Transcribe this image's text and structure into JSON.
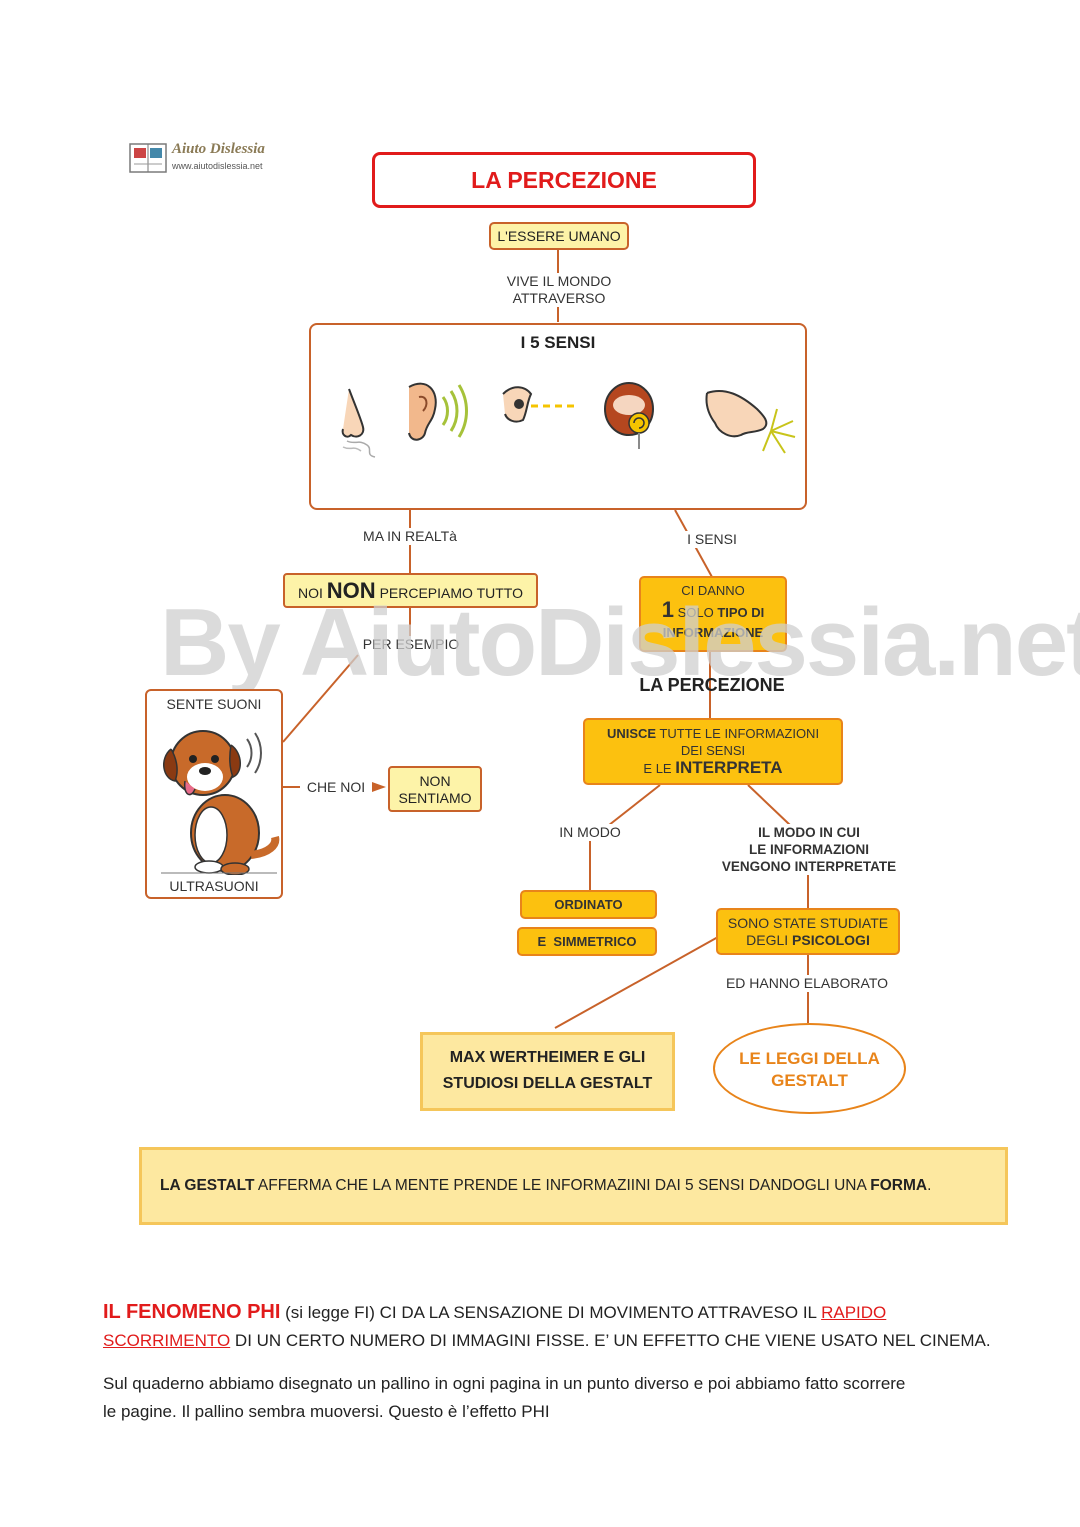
{
  "logo": {
    "name": "Aiuto Dislessia",
    "url": "www.aiutodislessia.net"
  },
  "title": "LA PERCEZIONE",
  "node_human": "L'ESSERE UMANO",
  "edge_lives_1": "VIVE IL MONDO",
  "edge_lives_2": "ATTRAVERSO",
  "senses_title": "I 5 SENSI",
  "edge_but": "MA IN REALTà",
  "edge_senses": "I SENSI",
  "node_not_all": {
    "pre": "NOI ",
    "strong": "NON",
    "post": " PERCEPIAMO TUTTO"
  },
  "node_give": {
    "l1": "CI DANNO",
    "num": "1",
    "l2a": " SOLO ",
    "l2b": "TIPO DI",
    "l3": "INFORMAZIONE"
  },
  "edge_example": "PER ESEMPIO",
  "dog_top": "SENTE SUONI",
  "dog_bottom": "ULTRASUONI",
  "edge_we": "CHE NOI",
  "node_not_hear_1": "NON",
  "node_not_hear_2": "SENTIAMO",
  "perception_label": "LA PERCEZIONE",
  "node_unite": {
    "a": "UNISCE",
    "b": " TUTTE LE INFORMAZIONI",
    "c": "DEI SENSI",
    "d": "E LE ",
    "e": "INTERPRETA"
  },
  "edge_in_mode": "IN MODO",
  "edge_mode_1": "IL MODO IN CUI",
  "edge_mode_2": "LE INFORMAZIONI",
  "edge_mode_3": "VENGONO INTERPRETATE",
  "node_ordered": "ORDINATO",
  "node_symmetric": "E  SIMMETRICO",
  "node_studied": {
    "l1": "SONO STATE STUDIATE",
    "l2a": "DEGLI ",
    "l2b": "PSICOLOGI"
  },
  "edge_elaborated": "ED HANNO ELABORATO",
  "node_max_1": "MAX WERTHEIMER E GLI",
  "node_max_2": "STUDIOSI DELLA GESTALT",
  "node_laws_1": "LE LEGGI DELLA",
  "node_laws_2": "GESTALT",
  "watermark": "By AiutoDislessia.net",
  "gestalt": {
    "a": "LA GESTALT",
    "b": " AFFERMA CHE LA MENTE PRENDE LE INFORMAZIINI DAI 5 SENSI DANDOGLI UNA ",
    "c": "FORMA",
    "d": "."
  },
  "phi": {
    "a": "IL FENOMENO PHI",
    "b": " (si legge FI) CI DA LA SENSAZIONE DI MOVIMENTO ATTRAVESO IL ",
    "c": "RAPIDO",
    "d": "SCORRIMENTO",
    "e": " DI UN CERTO NUMERO DI IMMAGINI FISSE. E’ UN EFFETTO CHE VIENE USATO NEL CINEMA."
  },
  "notebook_1": "Sul quaderno abbiamo disegnato un pallino in ogni pagina in un punto diverso e poi abbiamo fatto scorrere",
  "notebook_2": "le pagine. Il pallino sembra muoversi. Questo è l’effetto PHI",
  "colors": {
    "connector": "#c8622a",
    "title_border": "#e11b1b",
    "yellow": "#fdf3a8",
    "orange": "#fcc10f",
    "laws_text": "#e8841a"
  }
}
